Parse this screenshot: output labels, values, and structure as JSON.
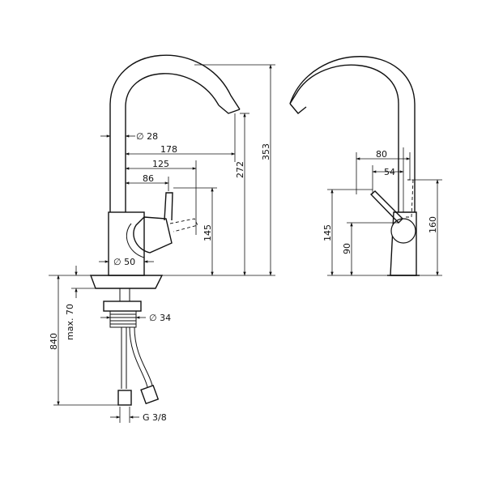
{
  "front_view": {
    "dims": {
      "d28": "∅ 28",
      "w178": "178",
      "w125": "125",
      "w86": "86",
      "d50": "∅ 50",
      "d34": "∅ 34",
      "g38": "G 3/8",
      "max70": "max. 70",
      "h840": "840",
      "h145": "145",
      "h272": "272",
      "h353": "353"
    }
  },
  "side_view": {
    "dims": {
      "w80": "80",
      "w54": "54",
      "h145": "145",
      "h90": "90",
      "h160": "160"
    }
  },
  "colors": {
    "line": "#111111",
    "background": "#ffffff"
  }
}
